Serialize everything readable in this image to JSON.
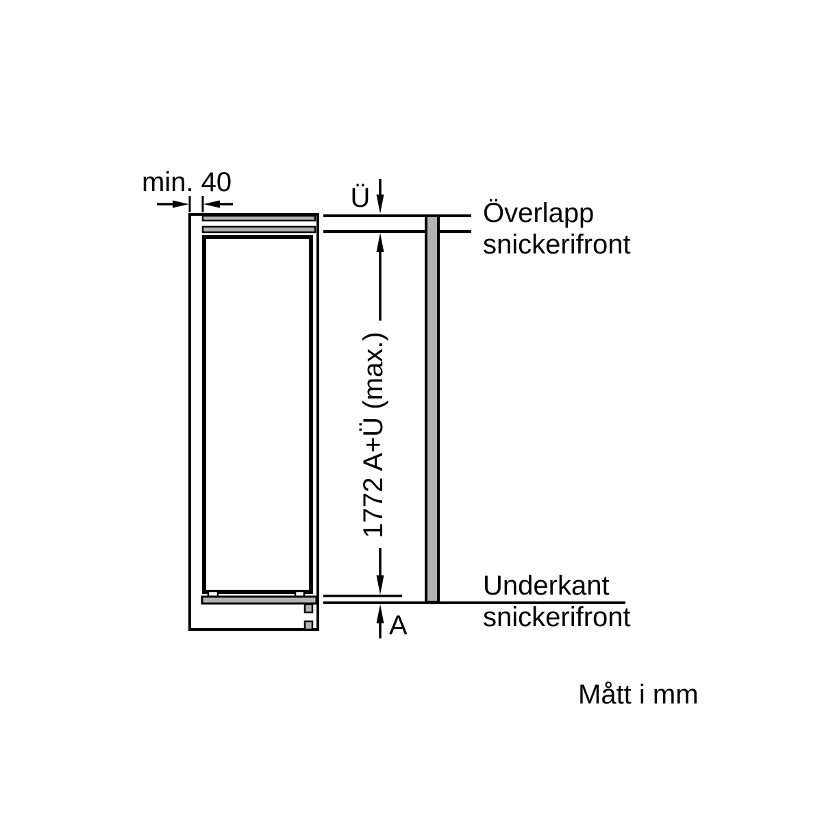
{
  "labels": {
    "min_clearance": "min. 40",
    "overlap_dim": "Ü",
    "height_dim": "1772 A+Ü (max.)",
    "bottom_dim": "A",
    "overlap_front_line1": "Överlapp",
    "overlap_front_line2": "snickerifront",
    "bottom_edge_line1": "Underkant",
    "bottom_edge_line2": "snickerifront",
    "units_note": "Mått i mm"
  },
  "colors": {
    "line": "#000000",
    "panel_fill": "#b3b3b3",
    "background": "#ffffff"
  }
}
